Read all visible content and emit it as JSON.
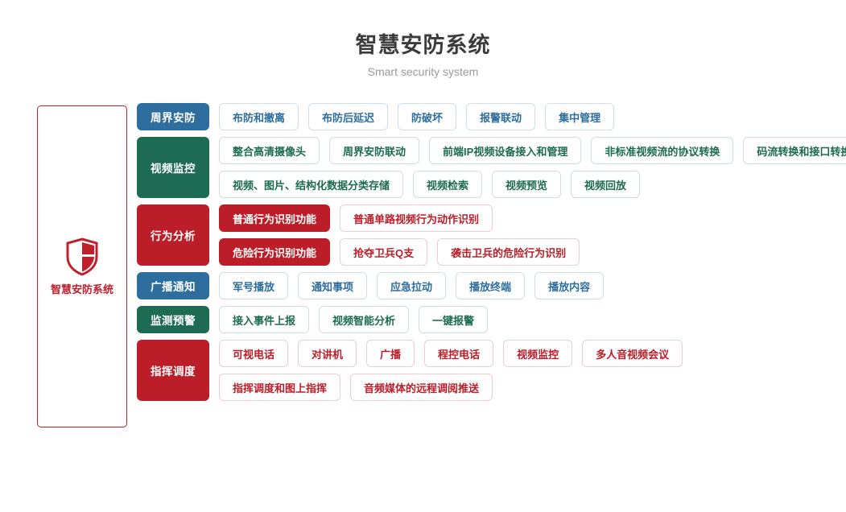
{
  "header": {
    "title": "智慧安防系统",
    "subtitle": "Smart security system"
  },
  "side_panel": {
    "icon": "shield-icon",
    "label": "智慧安防系统",
    "border_color": "#c0202c"
  },
  "colors": {
    "blue": "#2e6e9e",
    "green": "#1d6b52",
    "red": "#bb1e28"
  },
  "rows": [
    {
      "category": "周界安防",
      "color": "blue",
      "lines": [
        [
          {
            "label": "布防和撤离",
            "style": "outline"
          },
          {
            "label": "布防后延迟",
            "style": "outline"
          },
          {
            "label": "防破坏",
            "style": "outline"
          },
          {
            "label": "报警联动",
            "style": "outline"
          },
          {
            "label": "集中管理",
            "style": "outline"
          }
        ]
      ]
    },
    {
      "category": "视频监控",
      "color": "green",
      "lines": [
        [
          {
            "label": "整合高清摄像头",
            "style": "outline"
          },
          {
            "label": "周界安防联动",
            "style": "outline"
          },
          {
            "label": "前端IP视频设备接入和管理",
            "style": "outline"
          },
          {
            "label": "非标准视频流的协议转换",
            "style": "outline"
          },
          {
            "label": "码流转换和接口转换",
            "style": "outline"
          }
        ],
        [
          {
            "label": "视频、图片、结构化数据分类存储",
            "style": "outline"
          },
          {
            "label": "视频检索",
            "style": "outline"
          },
          {
            "label": "视频预览",
            "style": "outline"
          },
          {
            "label": "视频回放",
            "style": "outline"
          }
        ]
      ]
    },
    {
      "category": "行为分析",
      "color": "red",
      "lines": [
        [
          {
            "label": "普通行为识别功能",
            "style": "filled"
          },
          {
            "label": "普通单路视频行为动作识别",
            "style": "outline"
          }
        ],
        [
          {
            "label": "危险行为识别功能",
            "style": "filled"
          },
          {
            "label": "抢夺卫兵Q支",
            "style": "outline"
          },
          {
            "label": "袭击卫兵的危险行为识别",
            "style": "outline"
          }
        ]
      ]
    },
    {
      "category": "广播通知",
      "color": "blue",
      "lines": [
        [
          {
            "label": "军号播放",
            "style": "outline"
          },
          {
            "label": "通知事项",
            "style": "outline"
          },
          {
            "label": "应急拉动",
            "style": "outline"
          },
          {
            "label": "播放终端",
            "style": "outline"
          },
          {
            "label": "播放内容",
            "style": "outline"
          }
        ]
      ]
    },
    {
      "category": "监测预警",
      "color": "green",
      "lines": [
        [
          {
            "label": "接入事件上报",
            "style": "outline"
          },
          {
            "label": "视频智能分析",
            "style": "outline"
          },
          {
            "label": "一键报警",
            "style": "outline"
          }
        ]
      ]
    },
    {
      "category": "指挥调度",
      "color": "red",
      "lines": [
        [
          {
            "label": "可视电话",
            "style": "outline"
          },
          {
            "label": "对讲机",
            "style": "outline"
          },
          {
            "label": "广播",
            "style": "outline"
          },
          {
            "label": "程控电话",
            "style": "outline"
          },
          {
            "label": "视频监控",
            "style": "outline"
          },
          {
            "label": "多人音视频会议",
            "style": "outline"
          }
        ],
        [
          {
            "label": "指挥调度和图上指挥",
            "style": "outline"
          },
          {
            "label": "音频媒体的远程调阅推送",
            "style": "outline"
          }
        ]
      ]
    }
  ]
}
